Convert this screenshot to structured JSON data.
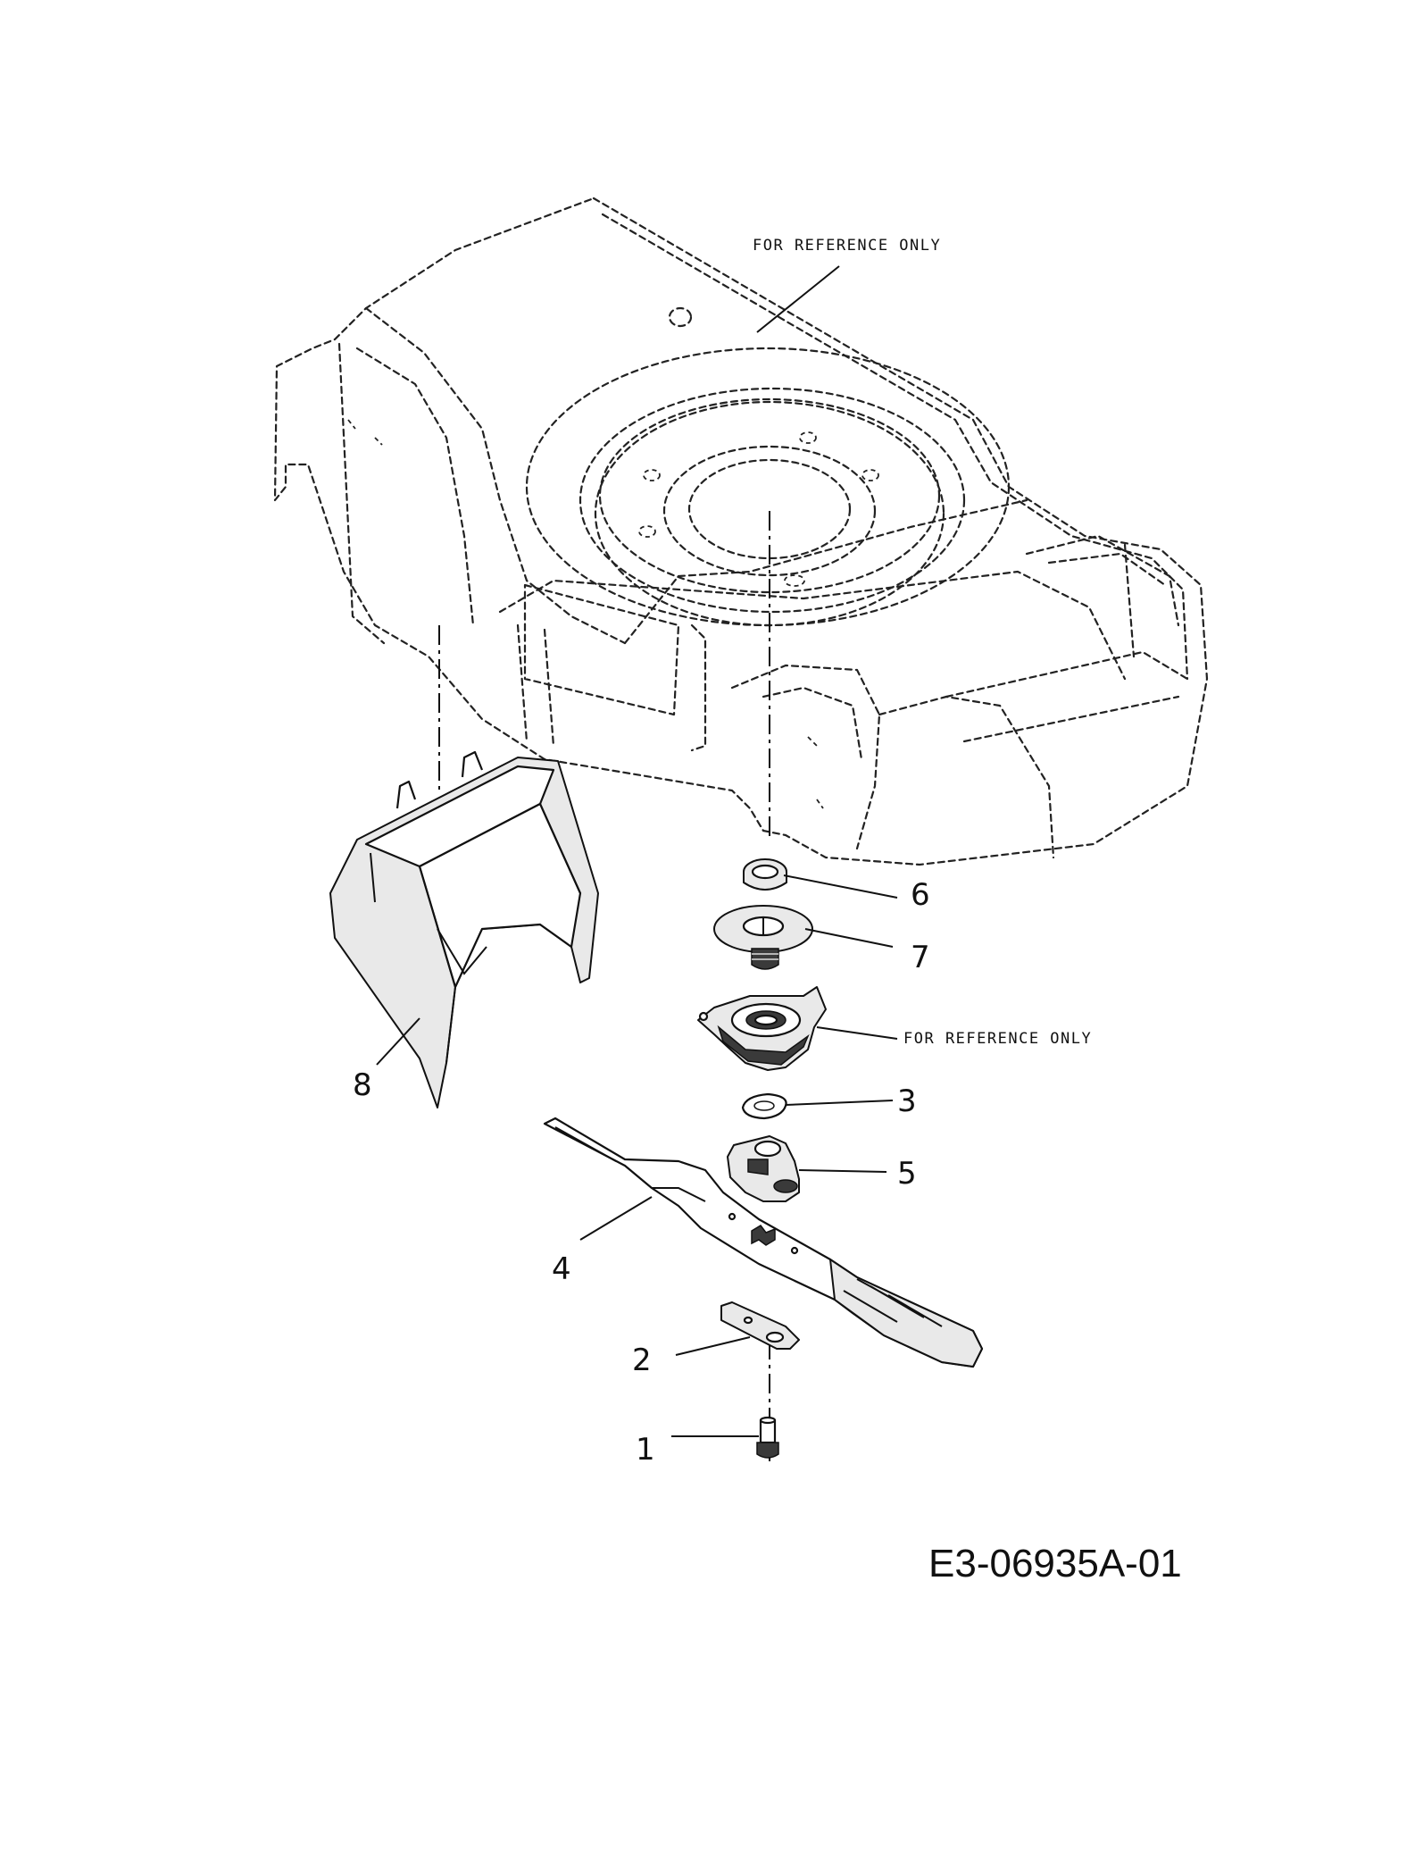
{
  "notes": {
    "deck_reference": "FOR REFERENCE ONLY",
    "adapter_reference": "FOR REFERENCE ONLY"
  },
  "callouts": {
    "c1": "1",
    "c2": "2",
    "c3": "3",
    "c4": "4",
    "c5": "5",
    "c6": "6",
    "c7": "7",
    "c8": "8"
  },
  "drawing_number": "E3-06935A-01"
}
